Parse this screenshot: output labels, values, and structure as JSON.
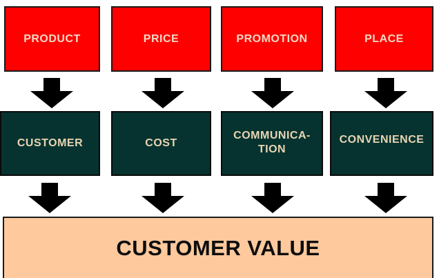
{
  "colors": {
    "four_p_fill": "#ff0000",
    "four_c_fill": "#06332f",
    "value_fill": "#fdc99d",
    "arrow": "#000000"
  },
  "four_ps": [
    {
      "label": "PRODUCT"
    },
    {
      "label": "PRICE"
    },
    {
      "label": "PROMOTION"
    },
    {
      "label": "PLACE"
    }
  ],
  "four_cs": [
    {
      "label": "CUSTOMER"
    },
    {
      "label": "COST"
    },
    {
      "label": "COMMUNICA-\nTION"
    },
    {
      "label": "CONVENIENCE"
    }
  ],
  "result": {
    "label": "CUSTOMER VALUE"
  }
}
